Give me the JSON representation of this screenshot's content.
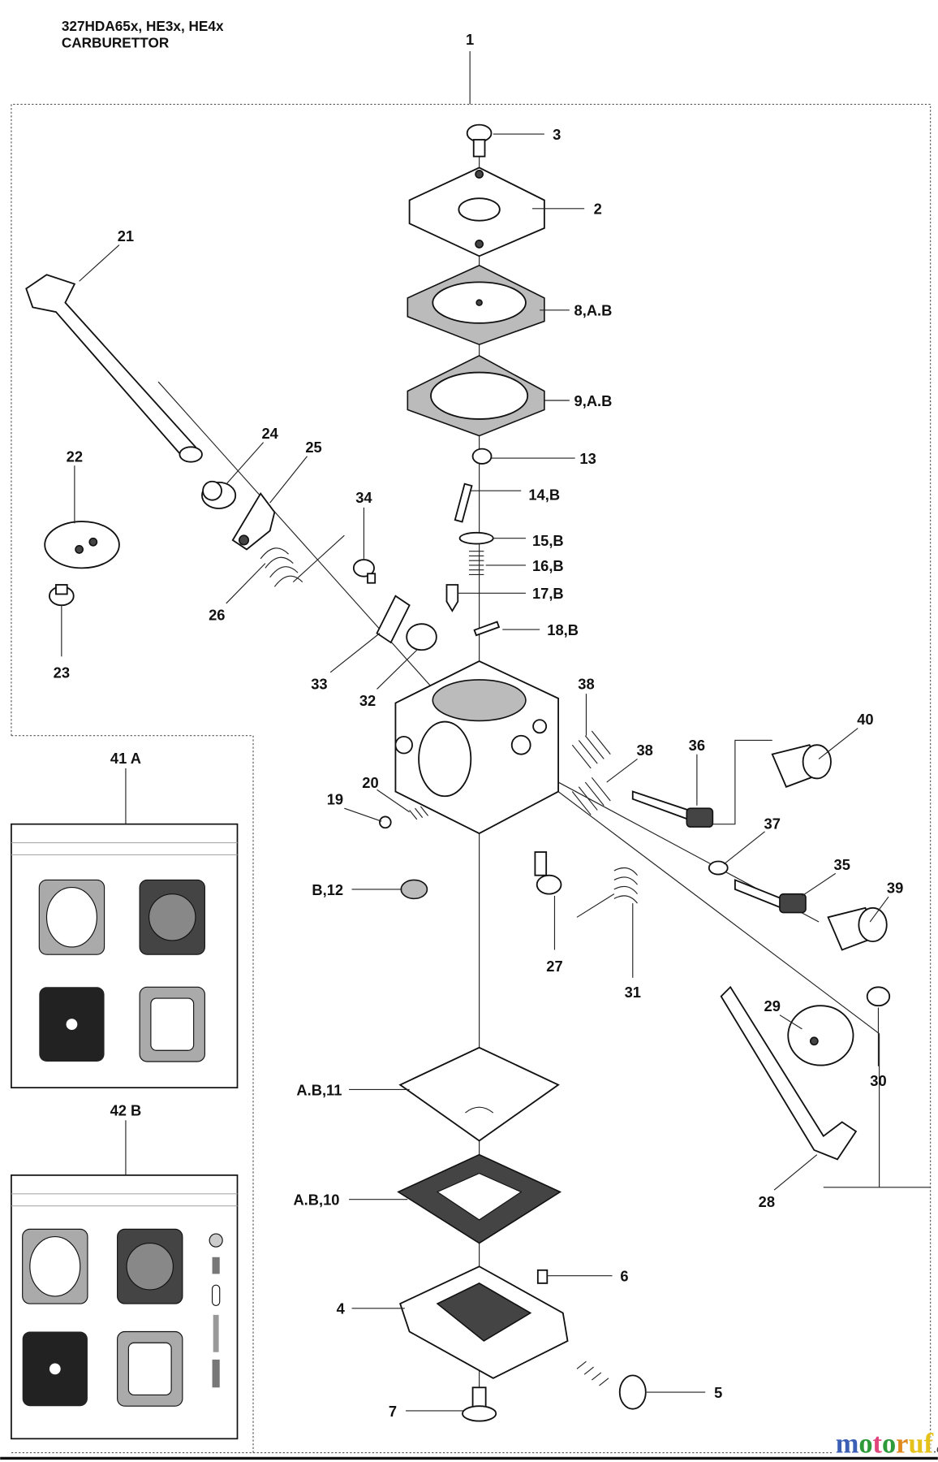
{
  "title": {
    "line1": "327HDA65x, HE3x, HE4x",
    "line2": "CARBURETTOR"
  },
  "labels": [
    "1",
    "3",
    "2",
    "8,A.B",
    "9,A.B",
    "13",
    "14,B",
    "15,B",
    "16,B",
    "17,B",
    "18,B",
    "21",
    "22",
    "23",
    "24",
    "25",
    "26",
    "34",
    "33",
    "32",
    "38",
    "38",
    "36",
    "40",
    "37",
    "35",
    "39",
    "20",
    "19",
    "B,12",
    "27",
    "31",
    "29",
    "30",
    "28",
    "A.B,11",
    "A.B,10",
    "6",
    "4",
    "5",
    "7"
  ],
  "kits": [
    {
      "label": "41 A"
    },
    {
      "label": "42 B"
    }
  ],
  "watermark": {
    "text": "motoruf",
    "suffix": ".de",
    "colors": [
      "#3b5fb5",
      "#2e9a3a",
      "#e0457b",
      "#2e9a3a",
      "#e08a1e",
      "#e4c21a",
      "#e4c21a"
    ]
  }
}
